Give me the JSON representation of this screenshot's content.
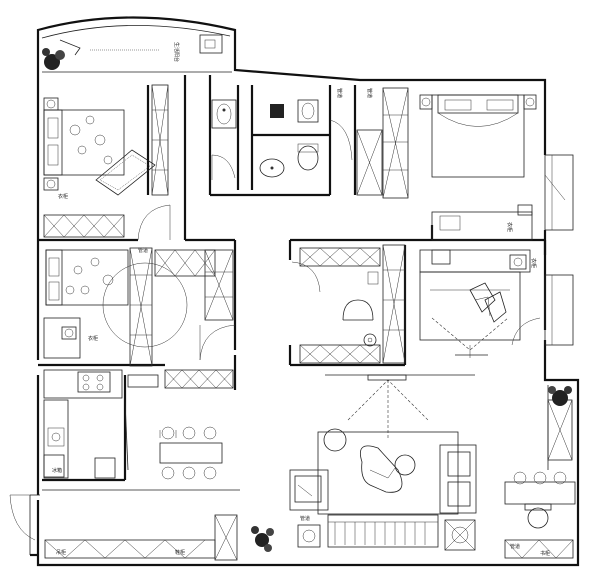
{
  "plan": {
    "labels": {
      "balcony": "生活阳台",
      "pipe_1": "管道",
      "pipe_2": "管道",
      "pipe_3": "管道",
      "pipe_4": "管道",
      "pipe_5": "管道",
      "cabinet_1": "衣柜",
      "cabinet_2": "衣柜",
      "cabinet_3": "衣柜",
      "cabinet_4": "衣柜",
      "fridge": "冰箱",
      "bottom_1": "吊柜",
      "bottom_2": "鞋柜",
      "bottom_3": "书柜"
    },
    "colors": {
      "wall": "#111111",
      "line": "#222222",
      "background": "#ffffff"
    }
  }
}
